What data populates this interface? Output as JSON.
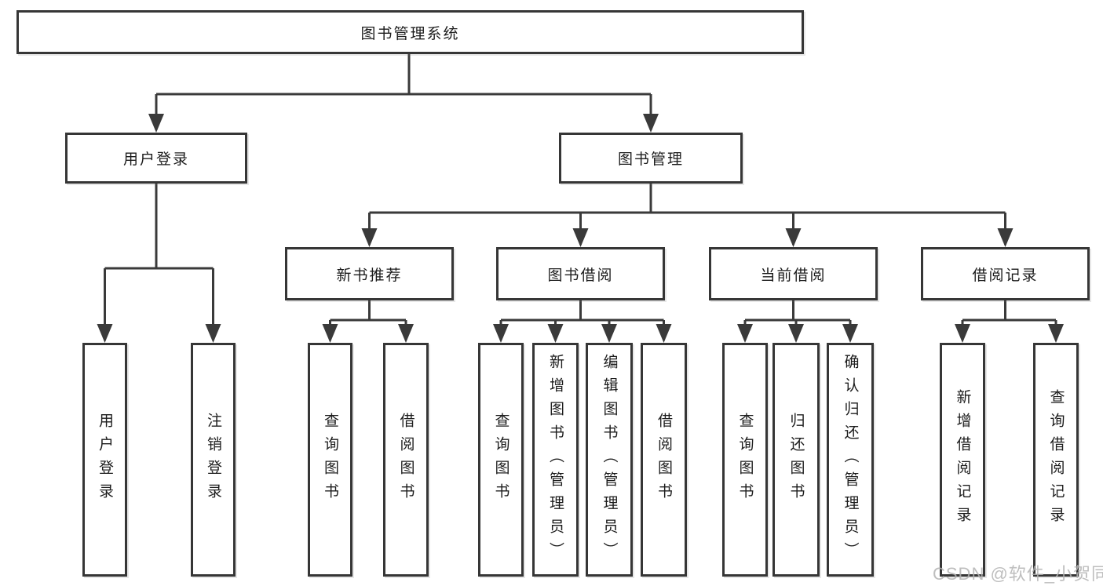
{
  "diagram_title": "图书管理系统",
  "nodes": {
    "root": "图书管理系统",
    "user_login": "用户登录",
    "book_mgmt": "图书管理",
    "new_book_rec": "新书推荐",
    "book_borrow": "图书借阅",
    "current_borrow": "当前借阅",
    "borrow_records": "借阅记录",
    "leaf_user_login": "用户登录",
    "leaf_logout": "注销登录",
    "leaf_query_books_a": "查询图书",
    "leaf_borrow_books_a": "借阅图书",
    "leaf_query_books_b": "查询图书",
    "leaf_add_books_admin": "新增图书（管理员）",
    "leaf_edit_books_admin": "编辑图书（管理员）",
    "leaf_borrow_books_b": "借阅图书",
    "leaf_query_books_c": "查询图书",
    "leaf_return_books": "归还图书",
    "leaf_confirm_return_admin": "确认归还（管理员）",
    "leaf_add_borrow_record": "新增借阅记录",
    "leaf_query_borrow_record": "查询借阅记录"
  },
  "hierarchy": {
    "图书管理系统": [
      "用户登录",
      "图书管理"
    ],
    "用户登录": [
      "用户登录",
      "注销登录"
    ],
    "图书管理": [
      "新书推荐",
      "图书借阅",
      "当前借阅",
      "借阅记录"
    ],
    "新书推荐": [
      "查询图书",
      "借阅图书"
    ],
    "图书借阅": [
      "查询图书",
      "新增图书（管理员）",
      "编辑图书（管理员）",
      "借阅图书"
    ],
    "当前借阅": [
      "查询图书",
      "归还图书",
      "确认归还（管理员）"
    ],
    "借阅记录": [
      "新增借阅记录",
      "查询借阅记录"
    ]
  },
  "watermark": "CSDN @软件_小贺同学",
  "colors": {
    "line": "#3a3a3a",
    "box_border": "#363636",
    "text": "#1c1c1c",
    "background": "#ffffff",
    "watermark": "#b3b3b3"
  }
}
